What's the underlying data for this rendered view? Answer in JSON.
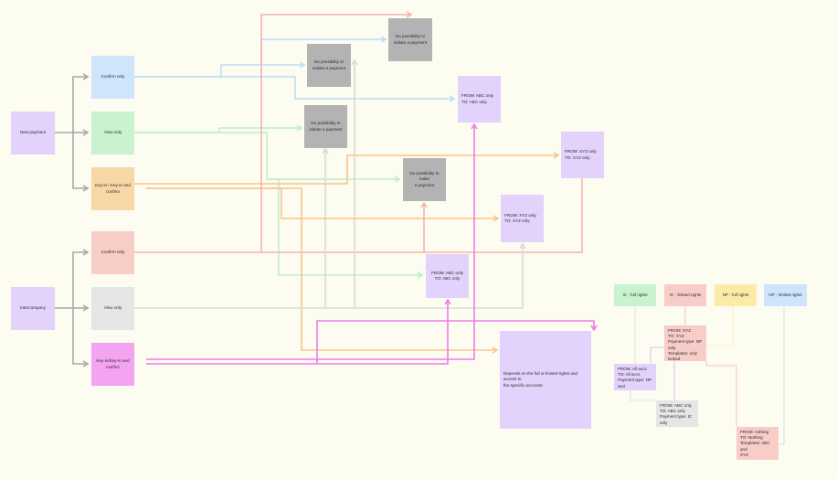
{
  "colors": {
    "background": "#fdfcf1",
    "purple": "#e3d2fb",
    "blue": "#cfe5fb",
    "green": "#c9f2cf",
    "orange": "#f8d7a6",
    "red": "#f8cdc8",
    "gray": "#b3b3b3",
    "light_gray": "#e6e6e6",
    "pink": "#f4a3f1",
    "yellow": "#fbeba7",
    "connector_gray": "#a8a8a8",
    "edge_blue": "#bcdcf9",
    "edge_green": "#bfeec4",
    "edge_orange": "#f6c58c",
    "edge_red": "#f4b4ab",
    "edge_gray": "#d9d9d9",
    "edge_pink": "#ee7ce9",
    "edge_purple": "#dcaaf2"
  },
  "nodes": {
    "new_payment": {
      "label": "New payment"
    },
    "intercompany": {
      "label": "Intercompany"
    },
    "np_confirm_only": {
      "label": "Confirm only"
    },
    "np_view_only": {
      "label": "View only"
    },
    "np_keyin": {
      "label": "Key-in / Key-in and\nconfirm"
    },
    "ic_confirm_only": {
      "label": "Confirm only"
    },
    "ic_view_only": {
      "label": "View only"
    },
    "ic_keyin": {
      "label": "Key-in/Key-in and\nconfirm"
    },
    "no_initiate_top": {
      "label": "No possibility to\ninitiate a payment"
    },
    "no_initiate_1": {
      "label": "No possibility to\ninitiate a payment"
    },
    "no_initiate_2": {
      "label": "No possibility to\ninitiate a payment"
    },
    "no_make": {
      "label": "No possibility to make\na payment"
    },
    "from_abc_1": {
      "label": "FROM: ABC only\nTO: ABC only"
    },
    "from_xyz_1": {
      "label": "FROM: XYZ only\nTO: XYZ only"
    },
    "from_xyz_2": {
      "label": "FROM: XYZ only\nTO: XYZ only"
    },
    "from_abc_2": {
      "label": "FROM: ABC only\nTO: ABC only"
    },
    "depends": {
      "label": "Depends on the full or limited rights and access to\nthe specific accounts"
    }
  },
  "legend": {
    "ic_full": "IC - full rights",
    "ic_limited": "IC - limited rights",
    "np_full": "NP - full rights",
    "np_limited": "NP - limited rights",
    "note_red": "FROM: XYZ\nTO: XYZ\nPayment type: NP only\nTemplates: only locked\ntemplates",
    "note_purple": "FROM: All accs\nTO: All accs\nPayment type: NP and\nIC",
    "note_gray": "FROM: ABC only\nTO: ABC only\nPayment type: IC only\nTemplates: XYZ",
    "note_pink": "FROM: nothing\nTO: Nothing\nTemplates: ABC and\nXYZ"
  }
}
